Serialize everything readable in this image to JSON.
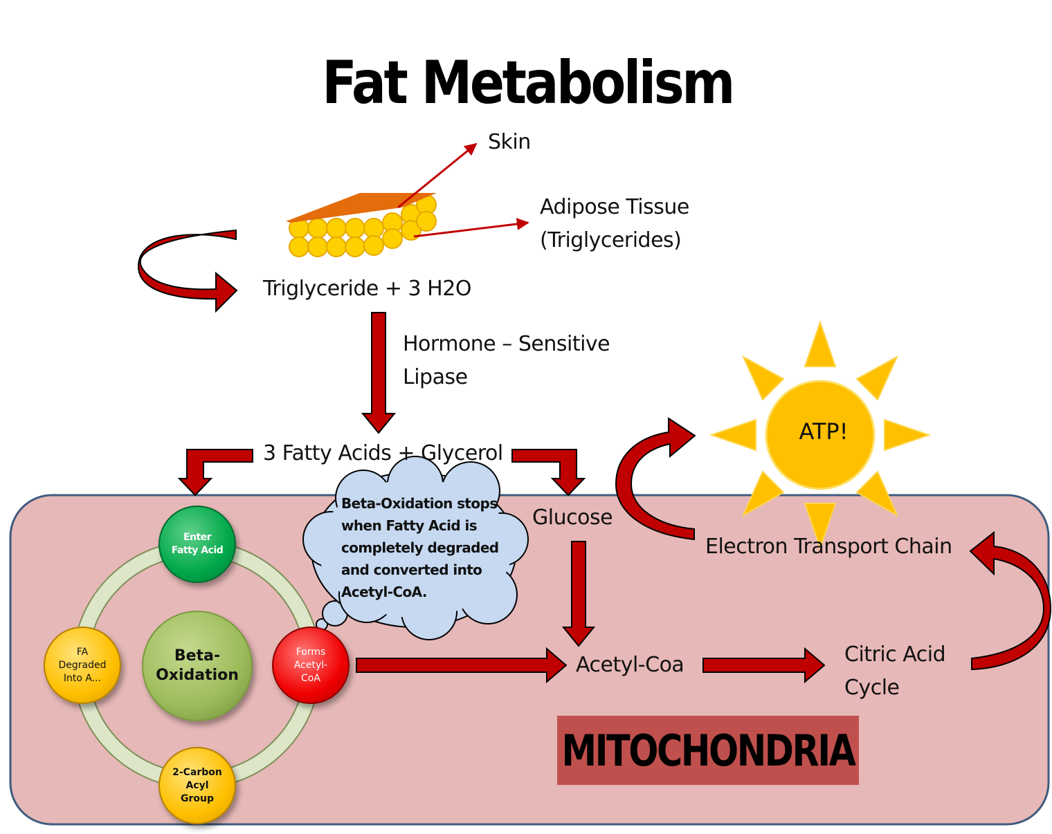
{
  "title": "Fat Metabolism",
  "labels": {
    "skin": "Skin",
    "adipose": "Adipose Tissue\n(Triglycerides)",
    "triglyceride": "Triglyceride + 3 H2O",
    "enzyme": "Hormone – Sensitive\nLipase",
    "fatty_acids": "3 Fatty Acids + Glycerol",
    "glucose": "Glucose",
    "etc": "Electron Transport Chain",
    "acetyl": "Acetyl-Coa",
    "citric": "Citric Acid\nCycle",
    "atp": "ATP!"
  },
  "cloud": "Beta-Oxidation stops\nwhen Fatty Acid is\ncompletely degraded\nand converted into\nAcetyl-CoA.",
  "cycle": {
    "center": "Beta-\nOxidation",
    "top": "Enter\nFatty Acid",
    "right": "Forms\nAcetyl-\nCoA",
    "bottom": "2-Carbon\nAcyl\nGroup",
    "left": "FA\nDegraded\nInto A..."
  },
  "mitochondria": "MITOCHONDRIA",
  "colors": {
    "arrow_red": "#c00000",
    "arrow_dark": "#7f0000",
    "mito_fill": "#e6b8b7",
    "mito_border": "#3f5b7f",
    "mito_label_bg": "#c0504d",
    "cloud": "#c6d9f1",
    "sun": "#ffc000",
    "green_node": "#00b050",
    "red_node": "#ff0000",
    "yellow_node": "#ffc000",
    "olive_center": "#9bbb59",
    "skin_layer": "#e46c0a",
    "fat_cells": "#ffd000"
  }
}
